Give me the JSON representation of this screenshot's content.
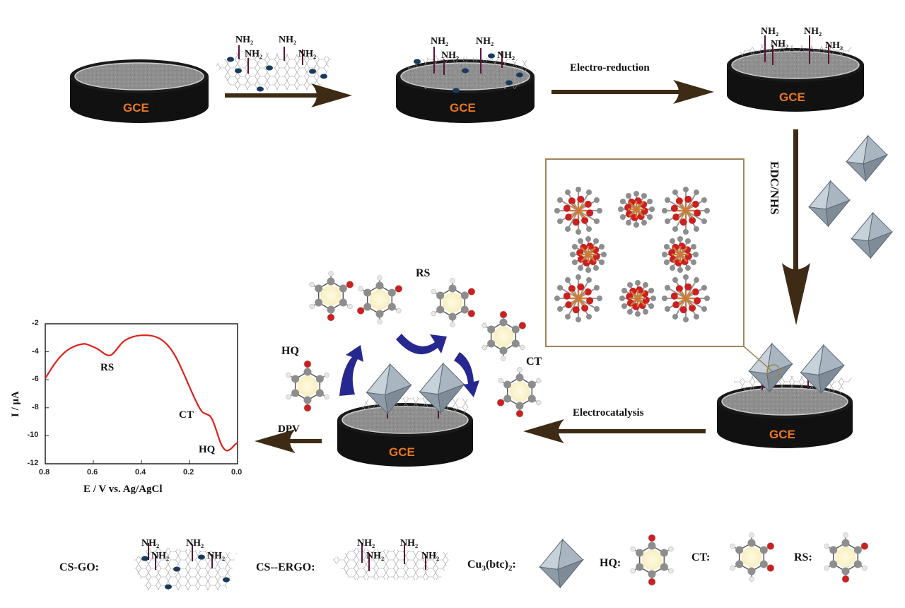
{
  "electrode_label": "GCE",
  "amine_label": "NH₂",
  "steps": {
    "electro_reduction": "Electro-reduction",
    "edc_nhs": "EDC/NHS",
    "electrocatalysis": "Electrocatalysis",
    "dpv": "DPV"
  },
  "analytes": {
    "rs": "RS",
    "hq": "HQ",
    "ct": "CT"
  },
  "legend": {
    "cs_go": "CS-GO:",
    "cs_ergo": "CS--ERGO:",
    "mof_prefix": "Cu",
    "mof_sub1": "3",
    "mof_mid": "(btc)",
    "mof_sub2": "2",
    "mof_suffix": ":",
    "hq": "HQ:",
    "ct": "CT:",
    "rs": "RS:"
  },
  "colors": {
    "arrow": "#3d2b16",
    "electrode_body": "#111111",
    "electrode_top": "#8c8c8c",
    "gce_text": "#e87722",
    "curve": "#e0201b",
    "octahedron": "#a9b6c2",
    "oxygen": "#cc1f1f",
    "carbon": "#8d8d8d",
    "hydrogen": "#e6e6e6",
    "copper": "#d07a30",
    "go_dot": "#173a5c",
    "recycle_arrow": "#27288f",
    "inset_frame": "#a08459"
  },
  "chart_data": {
    "type": "line",
    "xlabel": "E / V vs. Ag/AgCl",
    "ylabel": "I / μA",
    "xlim": [
      0.8,
      0.0
    ],
    "ylim": [
      -12,
      -2
    ],
    "x_ticks": [
      "0.8",
      "0.6",
      "0.4",
      "0.2",
      "0.0"
    ],
    "y_ticks": [
      "-2",
      "-4",
      "-6",
      "-8",
      "-10",
      "-12"
    ],
    "series": [
      {
        "x": [
          0.8,
          0.76,
          0.72,
          0.68,
          0.64,
          0.62,
          0.58,
          0.55,
          0.53,
          0.51,
          0.48,
          0.45,
          0.42,
          0.38,
          0.34,
          0.3,
          0.26,
          0.22,
          0.18,
          0.15,
          0.13,
          0.11,
          0.09,
          0.07,
          0.05,
          0.03,
          0.01,
          0.0
        ],
        "y": [
          -5.9,
          -4.8,
          -4.0,
          -3.6,
          -3.4,
          -3.5,
          -3.8,
          -4.2,
          -4.3,
          -4.0,
          -3.3,
          -3.0,
          -2.85,
          -2.8,
          -2.9,
          -3.3,
          -4.2,
          -5.7,
          -7.3,
          -8.3,
          -8.45,
          -8.6,
          -9.5,
          -10.6,
          -11.1,
          -11.0,
          -10.6,
          -10.5
        ]
      }
    ],
    "annotations": [
      "RS",
      "CT",
      "HQ"
    ],
    "grid": false
  }
}
